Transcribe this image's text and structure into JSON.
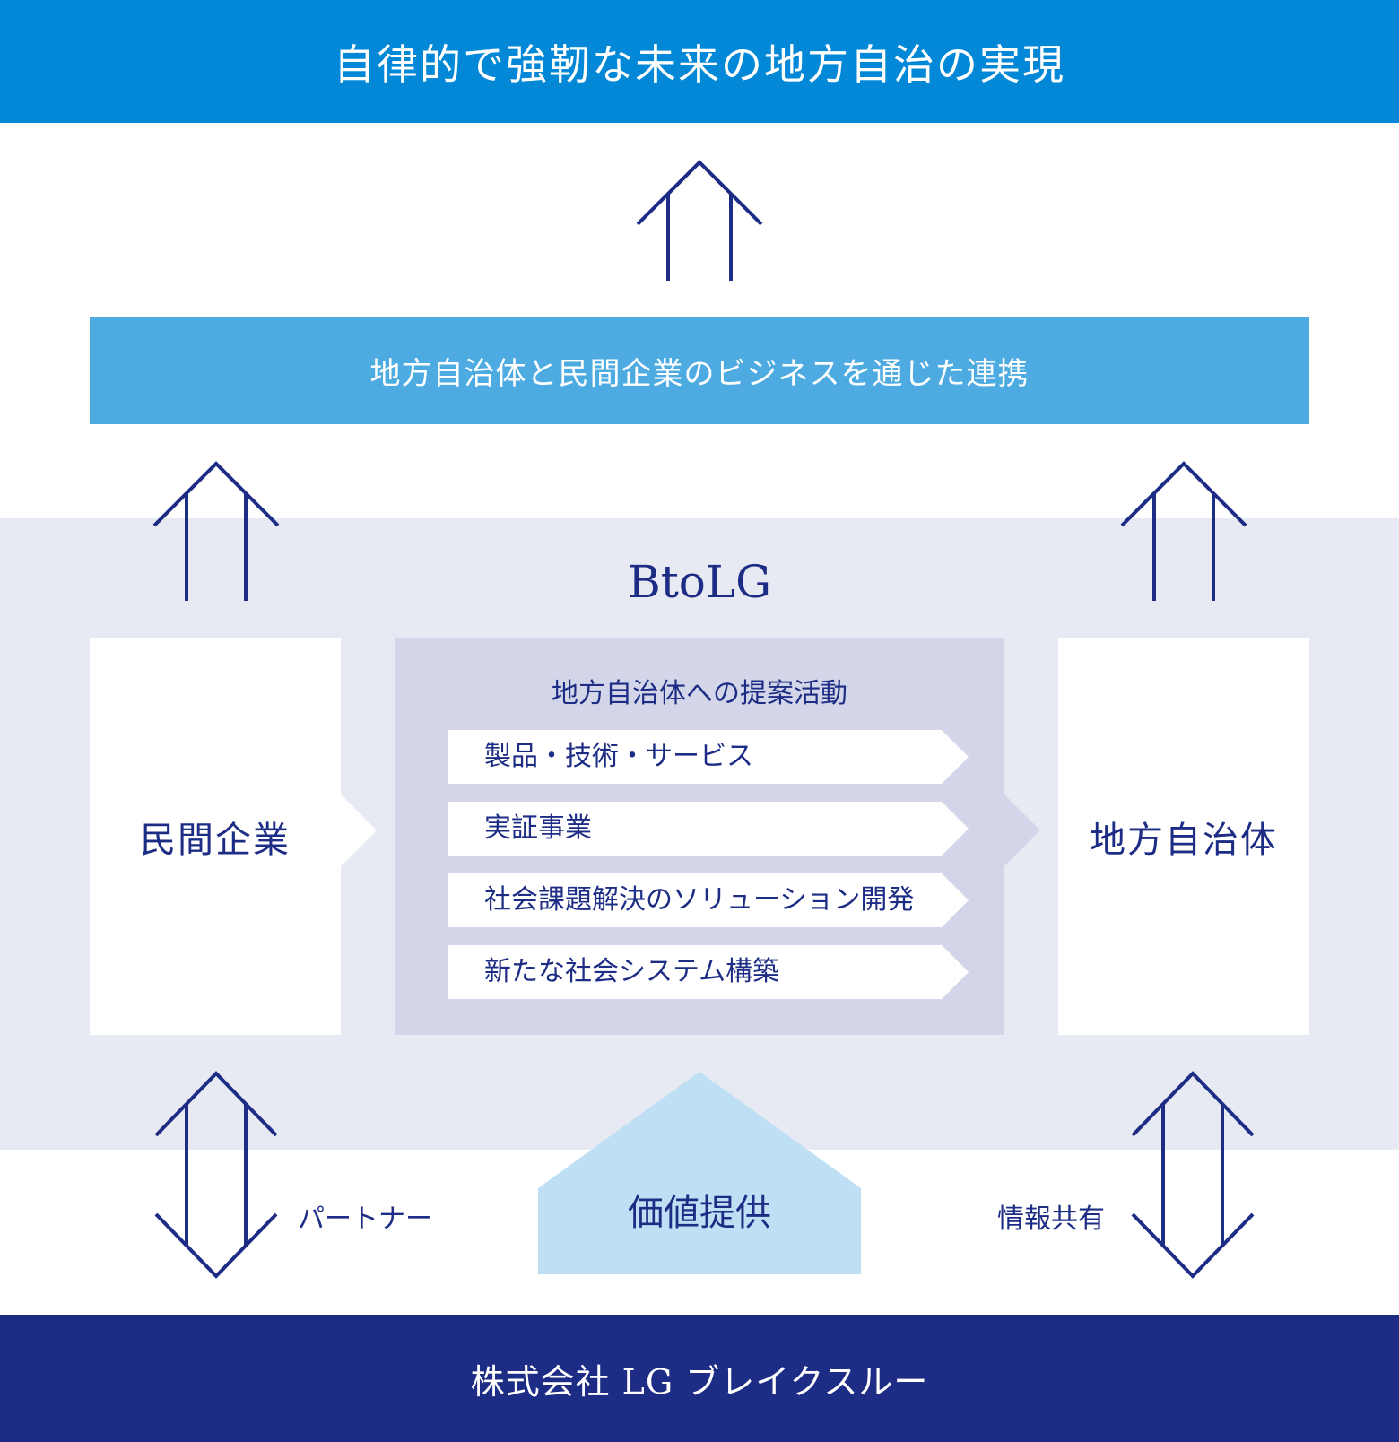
{
  "goal_banner": {
    "text": "自律的で強靭な未来の地方自治の実現"
  },
  "collaboration_banner": {
    "text": "地方自治体と民間企業のビジネスを通じた連携"
  },
  "model": {
    "title": "BtoLG",
    "left_box": {
      "label": "民間企業"
    },
    "right_box": {
      "label": "地方自治体"
    },
    "proposal_panel": {
      "title": "地方自治体への提案活動",
      "items": [
        {
          "label": "製品・技術・サービス"
        },
        {
          "label": "実証事業"
        },
        {
          "label": "社会課題解決のソリューション開発"
        },
        {
          "label": "新たな社会システム構築"
        }
      ]
    }
  },
  "relations": {
    "left_label": "パートナー",
    "right_label": "情報共有",
    "value_label": "価値提供"
  },
  "company_banner": {
    "text": "株式会社 LG ブレイクスルー"
  },
  "colors": {
    "goal_blue": "#0288d6",
    "collab_blue": "#4eabe2",
    "navy": "#1d2c84",
    "band": "#e7e9f3",
    "panel": "#d3d6e8",
    "house": "#bfe0f4"
  },
  "icons": {
    "up_arrow": "double-line-up-arrow-icon",
    "updown_arrow": "double-line-up-down-arrow-icon",
    "chevron": "chevron-right-notch-icon"
  }
}
